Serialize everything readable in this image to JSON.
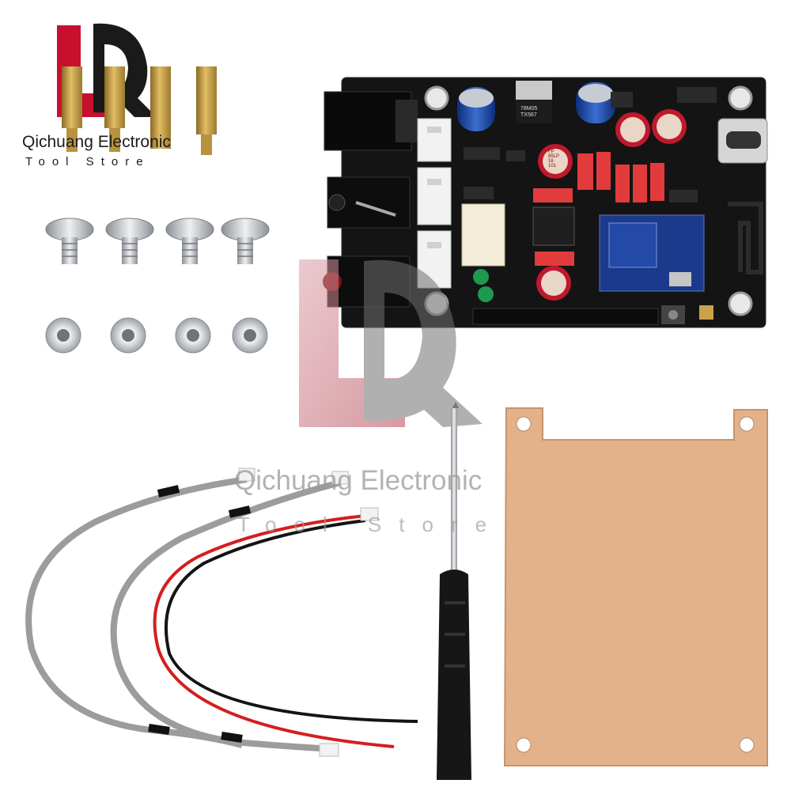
{
  "brand": {
    "name": "Qichuang Electronic",
    "tagline": "Tool Store",
    "accent_colors": [
      "#c8102e",
      "#1a1a1a"
    ]
  },
  "watermark": {
    "name": "Qichuang Electronic",
    "tagline": "Tool Store"
  },
  "components": {
    "regulator_label": "78M05\nTX567",
    "capacitor_label": "FP\n85LP\n16\n101"
  },
  "contents": [
    "bluetooth-audio-board",
    "brass-standoff-icon",
    "screw-icon",
    "nut-icon",
    "jumper-cable-icon",
    "screwdriver-icon",
    "acrylic-plate-icon"
  ]
}
